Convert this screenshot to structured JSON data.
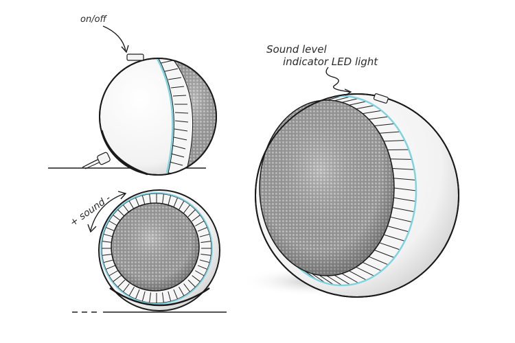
{
  "annotations": {
    "power_button": "on/off",
    "sound_control": "+ sound -",
    "led_line1": "Sound level",
    "led_line2": "indicator LED light"
  },
  "colors": {
    "led_ring": "#7fd3e0",
    "shell": "#ffffff",
    "mesh": "#8d8d8d",
    "outline": "#1a1a1a"
  }
}
